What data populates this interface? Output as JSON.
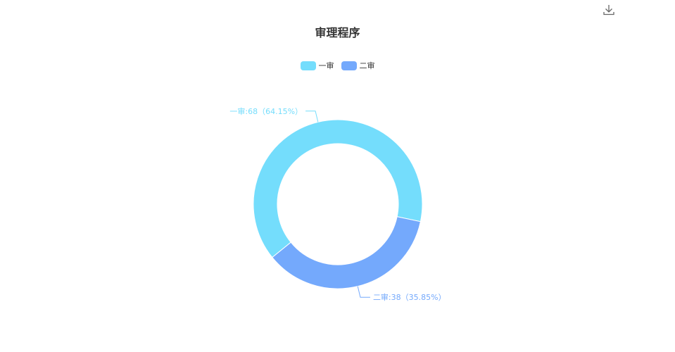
{
  "chart_data": {
    "type": "pie",
    "title": "审理程序",
    "legend_position": "top-center",
    "slices": [
      {
        "name": "一审",
        "value": 68,
        "percent": "64.15%",
        "label": "一审:68（64.15%）",
        "color": "#74ddfc"
      },
      {
        "name": "二审",
        "value": 38,
        "percent": "35.85%",
        "label": "二审:38（35.85%）",
        "color": "#74a9fc"
      }
    ]
  },
  "toolbar": {
    "download_icon": "download-icon"
  }
}
